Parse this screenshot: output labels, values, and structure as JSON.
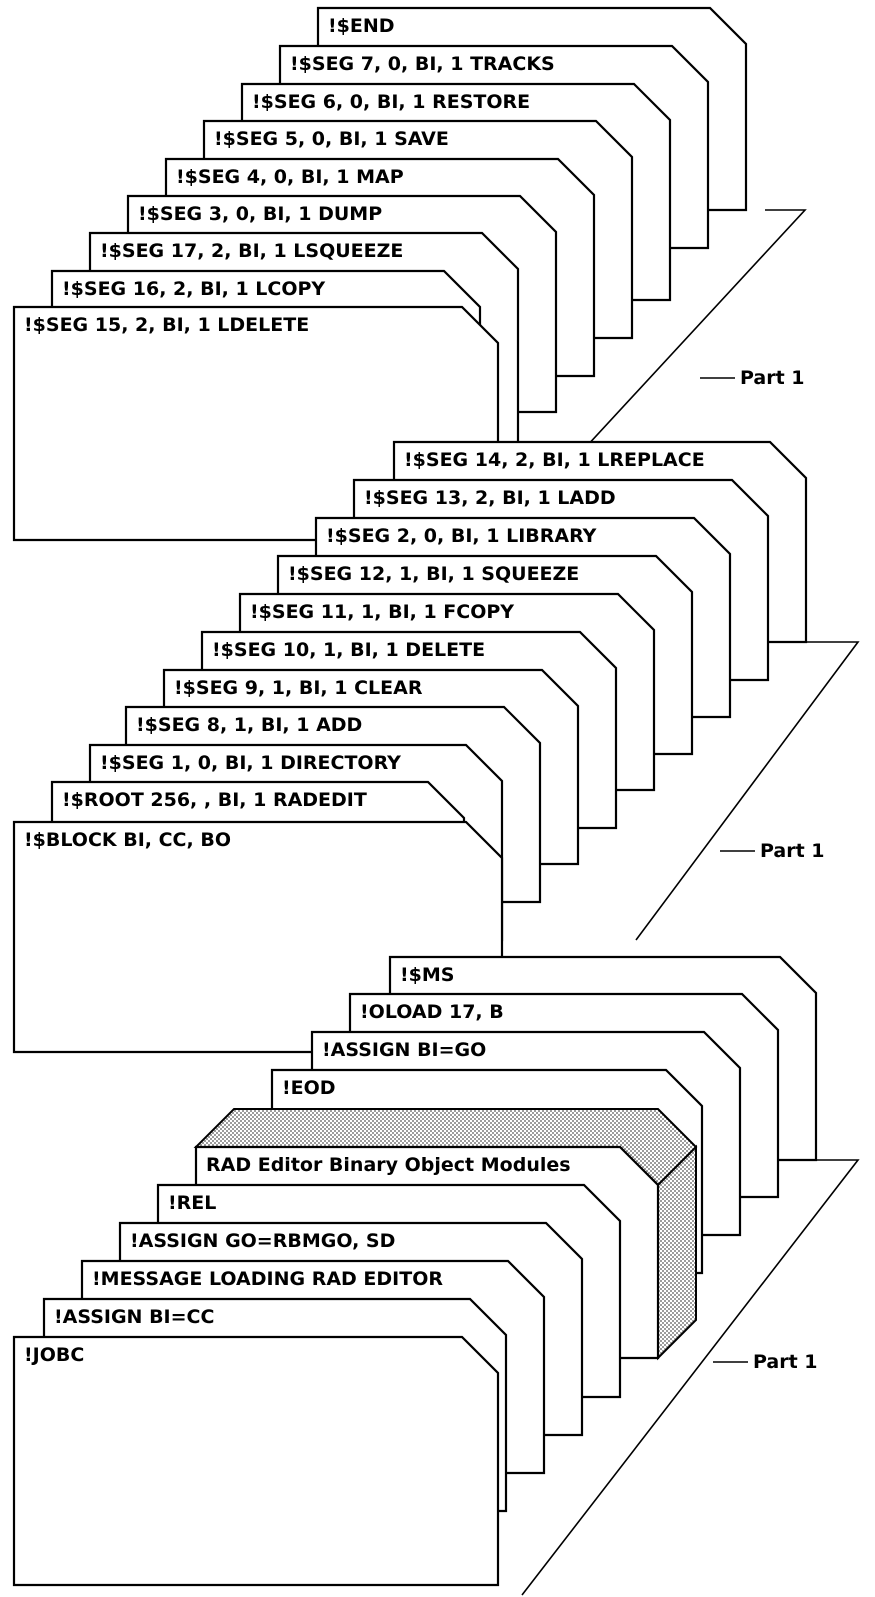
{
  "deck_1": {
    "cards": [
      "!$END",
      "!$SEG 7, 0, BI, 1 TRACKS",
      "!$SEG 6, 0, BI, 1 RESTORE",
      "!$SEG 5, 0, BI, 1 SAVE",
      "!$SEG 4, 0, BI, 1 MAP",
      "!$SEG 3, 0, BI, 1 DUMP",
      "!$SEG 17, 2, BI, 1 LSQUEEZE",
      "!$SEG 16, 2, BI, 1 LCOPY",
      "!$SEG 15, 2, BI, 1 LDELETE"
    ],
    "part_label": "Part 1"
  },
  "deck_2": {
    "cards": [
      "!$SEG 14, 2, BI, 1 LREPLACE",
      "!$SEG 13, 2, BI, 1 LADD",
      "!$SEG 2, 0, BI, 1 LIBRARY",
      "!$SEG 12, 1, BI, 1 SQUEEZE",
      "!$SEG 11, 1, BI, 1 FCOPY",
      "!$SEG 10, 1, BI, 1 DELETE",
      "!$SEG 9, 1, BI, 1 CLEAR",
      "!$SEG 8, 1, BI, 1 ADD",
      "!$SEG 1, 0, BI, 1 DIRECTORY",
      "!$ROOT 256, , BI, 1 RADEDIT",
      "!$BLOCK BI, CC, BO"
    ],
    "part_label": "Part 1"
  },
  "deck_3": {
    "cards": [
      "!$MS",
      "!OLOAD 17, B",
      "!ASSIGN BI=GO",
      "!EOD",
      "RAD Editor Binary Object Modules",
      "!REL",
      "!ASSIGN GO=RBMGO, SD",
      "!MESSAGE LOADING RAD EDITOR",
      "!ASSIGN BI=CC",
      "!JOBC"
    ],
    "part_label": "Part 1"
  }
}
